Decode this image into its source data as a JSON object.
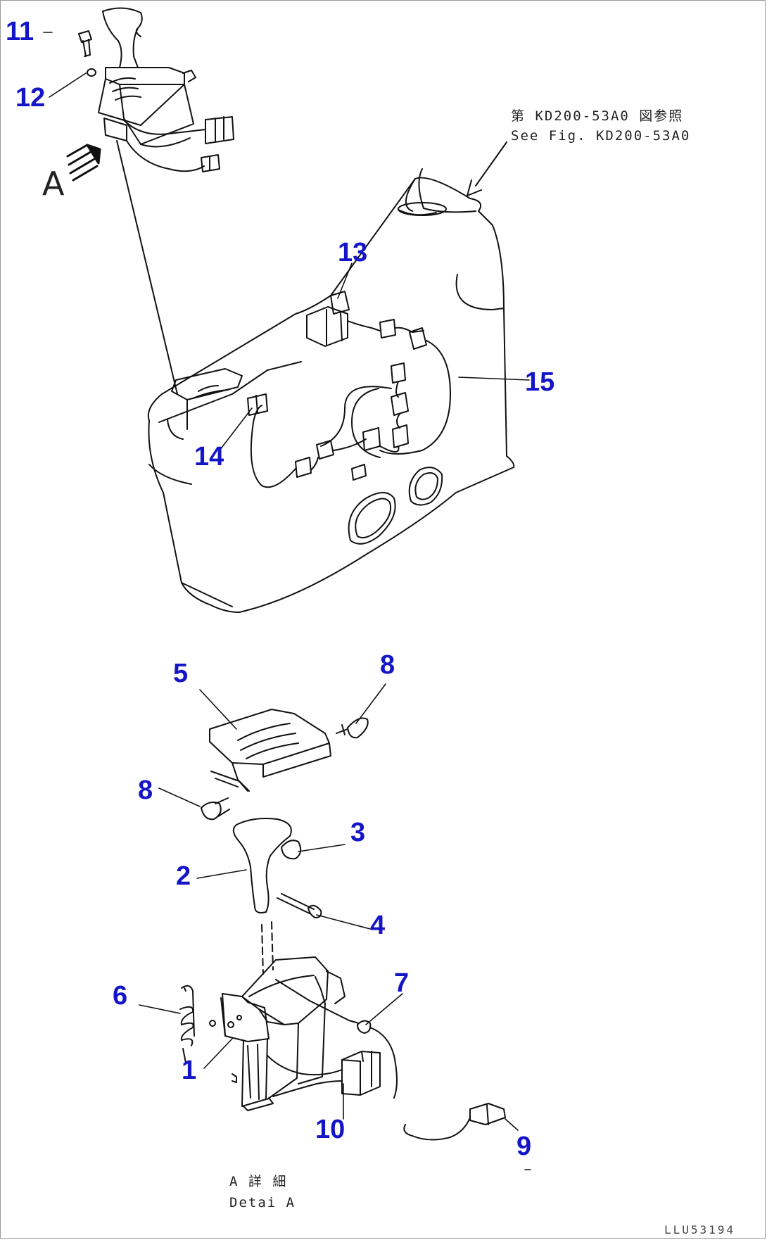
{
  "callouts": {
    "c11": "11",
    "c12": "12",
    "c13": "13",
    "c14": "14",
    "c15": "15",
    "c5": "5",
    "c8a": "8",
    "c8b": "8",
    "c3": "3",
    "c2": "2",
    "c4": "4",
    "c7": "7",
    "c6": "6",
    "c1": "1",
    "c10": "10",
    "c9": "9"
  },
  "reference_note": {
    "line1": "第 KD200-53A0 図参照",
    "line2": "See Fig. KD200-53A0"
  },
  "view_marker": "A",
  "detail_label": {
    "line1": "A 詳 細",
    "line2": "Detai A"
  },
  "drawing_code": "LLU53194",
  "colors": {
    "callout": "#1515c8",
    "line": "#111111"
  }
}
